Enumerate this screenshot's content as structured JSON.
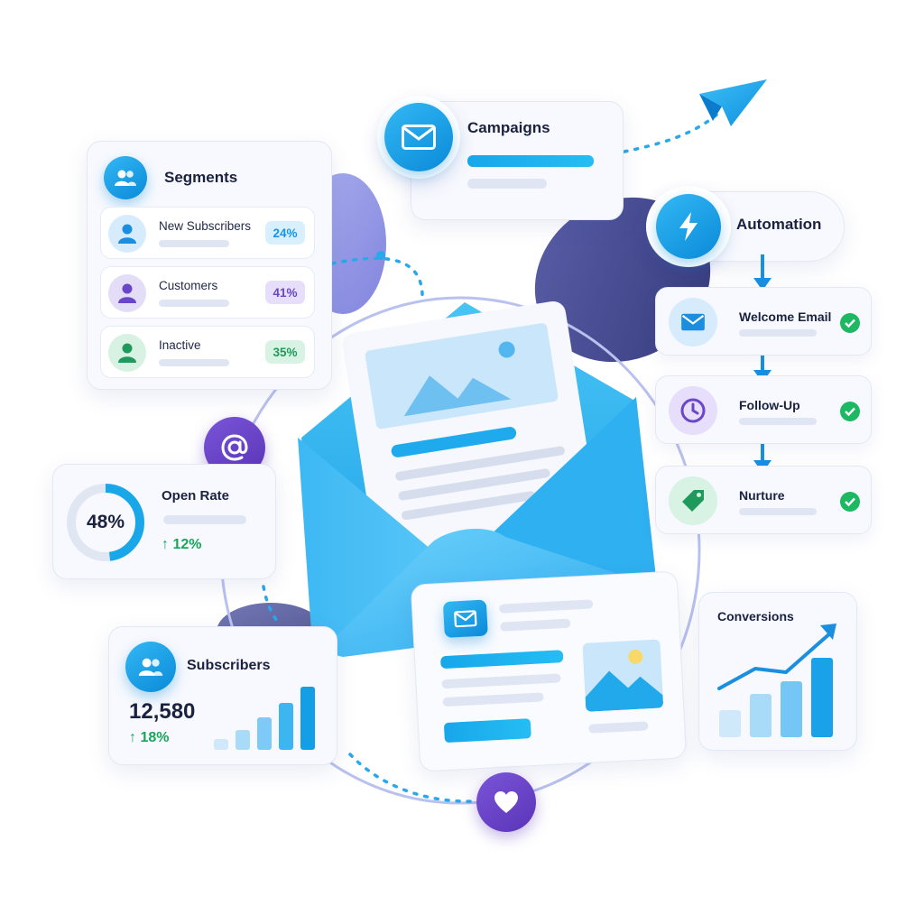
{
  "segments": {
    "title": "Segments",
    "items": [
      {
        "label": "New Subscribers",
        "percent": "24%"
      },
      {
        "label": "Customers",
        "percent": "41%"
      },
      {
        "label": "Inactive",
        "percent": "35%"
      }
    ]
  },
  "campaigns": {
    "title": "Campaigns"
  },
  "automation": {
    "title": "Automation",
    "steps": [
      {
        "label": "Welcome Email",
        "icon": "envelope-icon",
        "done": true
      },
      {
        "label": "Follow-Up",
        "icon": "clock-icon",
        "done": true
      },
      {
        "label": "Nurture",
        "icon": "tag-icon",
        "done": true
      }
    ]
  },
  "open_rate": {
    "title": "Open Rate",
    "value": "48%",
    "value_fraction": 0.48,
    "change": "↑ 12%"
  },
  "subscribers": {
    "title": "Subscribers",
    "count": "12,580",
    "change": "↑ 18%"
  },
  "conversions": {
    "title": "Conversions"
  },
  "colors": {
    "accent": "#1aa7ea",
    "purple": "#6a46c8",
    "navy": "#3b3f86",
    "green": "#1db862",
    "card_bg": "#f7f9fe"
  }
}
